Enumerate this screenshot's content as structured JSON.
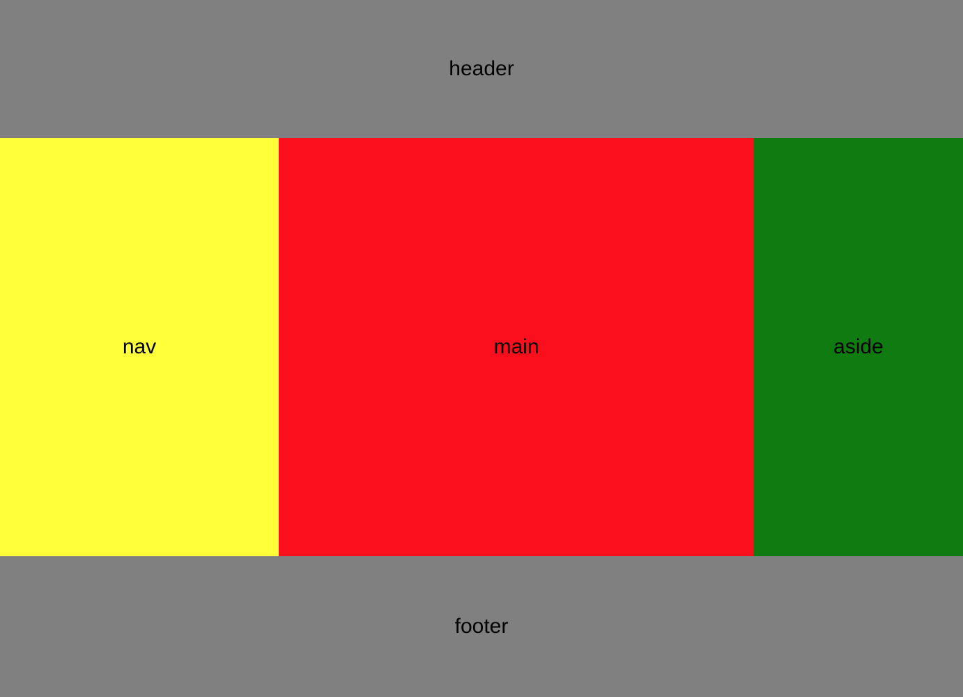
{
  "header": {
    "label": "header",
    "color": "#808080"
  },
  "nav": {
    "label": "nav",
    "color": "#FFFF3A"
  },
  "main": {
    "label": "main",
    "color": "#FC0F1D"
  },
  "aside": {
    "label": "aside",
    "color": "#0F7B11"
  },
  "footer": {
    "label": "footer",
    "color": "#808080"
  }
}
